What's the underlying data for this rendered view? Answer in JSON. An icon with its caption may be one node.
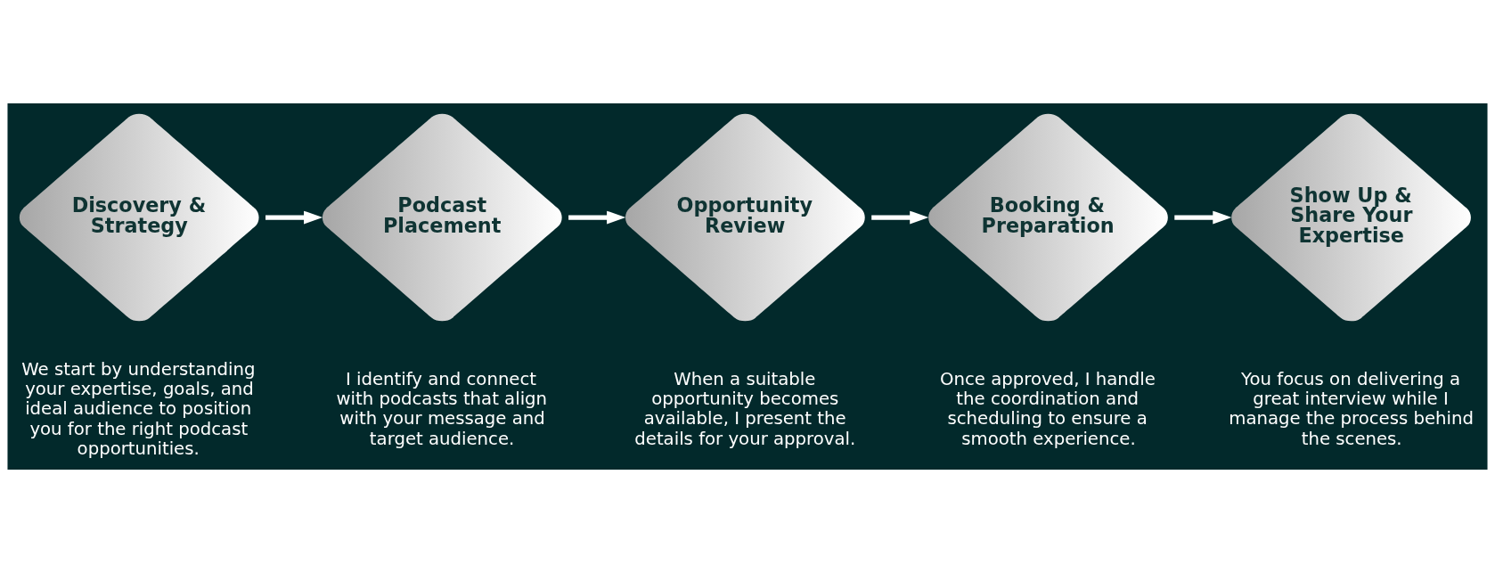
{
  "diagram": {
    "nodes": [
      {
        "text": [
          "Discovery & Strategy"
        ],
        "beside": [
          "We start by understanding your expertise, goals, and ideal audience to position you for the right podcast opportunities."
        ]
      },
      {
        "text": [
          "Podcast Placement"
        ],
        "beside": [
          "I identify and connect with podcasts that align with your message and target audience."
        ]
      },
      {
        "text": [
          "Opportunity Review"
        ],
        "beside": [
          "When a suitable opportunity becomes available, I present the details for your approval."
        ]
      },
      {
        "text": [
          "Booking & Preparation"
        ],
        "beside": [
          "Once approved, I handle the coordination and scheduling to ensure a smooth experience."
        ]
      },
      {
        "text": [
          "Show Up & Share Your Expertise"
        ],
        "beside": [
          "You focus on delivering a great interview while I manage the process behind the scenes."
        ]
      }
    ],
    "edges": [
      {
        "from": 0,
        "to": 1,
        "arrow": "to"
      },
      {
        "from": 1,
        "to": 2,
        "arrow": "to"
      },
      {
        "from": 2,
        "to": 3,
        "arrow": "to"
      },
      {
        "from": 3,
        "to": 4,
        "arrow": "to"
      }
    ]
  }
}
